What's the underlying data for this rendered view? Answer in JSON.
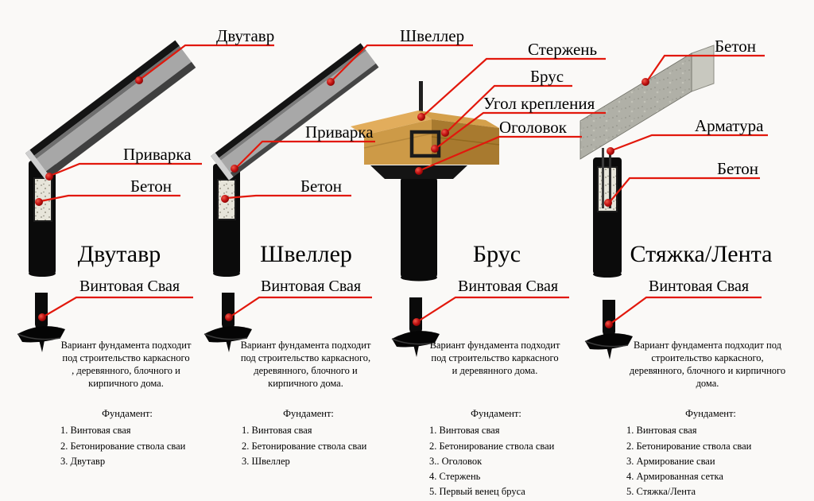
{
  "colors": {
    "background": "#faf9f7",
    "leader_line": "#e2180c",
    "dot": "#b30d0d",
    "steel": "#a7a7a7",
    "wood": "#cd9a47",
    "concrete": "#b0b0a7",
    "pile": "#0b0b0b"
  },
  "columns": [
    {
      "title": "Двутавр",
      "callouts": {
        "beam": "Двутавр",
        "weld": "Приварка",
        "concrete": "Бетон"
      },
      "pile_label": "Винтовая Свая",
      "description": "Вариант фундамента подходит под строительство каркасного , деревянного, блочного и кирпичного дома.",
      "list_header": "Фундамент:",
      "list_items": [
        "1. Винтовая свая",
        "2. Бетонирование ствола сваи",
        "3. Двутавр"
      ]
    },
    {
      "title": "Швеллер",
      "callouts": {
        "beam": "Швеллер",
        "weld": "Приварка",
        "concrete": "Бетон"
      },
      "pile_label": "Винтовая Свая",
      "description": "Вариант фундамента подходит под строительство каркасного, деревянного, блочного и кирпичного дома.",
      "list_header": "Фундамент:",
      "list_items": [
        "1. Винтовая свая",
        "2. Бетонирование ствола сваи",
        "3. Швеллер"
      ]
    },
    {
      "title": "Брус",
      "callouts": {
        "rod": "Стержень",
        "timber": "Брус",
        "angle": "Угол крепления",
        "cap": "Оголовок"
      },
      "pile_label": "Винтовая Свая",
      "description": "Вариант фундамента подходит под строительство каркасного и деревянного дома.",
      "list_header": "Фундамент:",
      "list_items": [
        "1. Винтовая свая",
        "2. Бетонирование ствола сваи",
        "3.. Оголовок",
        "4. Стержень",
        "5. Первый венец бруса"
      ]
    },
    {
      "title": "Стяжка/Лента",
      "callouts": {
        "concrete_top": "Бетон",
        "rebar": "Арматура",
        "concrete_pile": "Бетон"
      },
      "pile_label": "Винтовая Свая",
      "description": "Вариант фундамента подходит под строительство каркасного, деревянного, блочного и кирпичного дома.",
      "list_header": "Фундамент:",
      "list_items": [
        "1. Винтовая свая",
        "2. Бетонирование ствола сваи",
        "3. Армирование сваи",
        "4. Армированная сетка",
        "5. Стяжка/Лента"
      ]
    }
  ]
}
